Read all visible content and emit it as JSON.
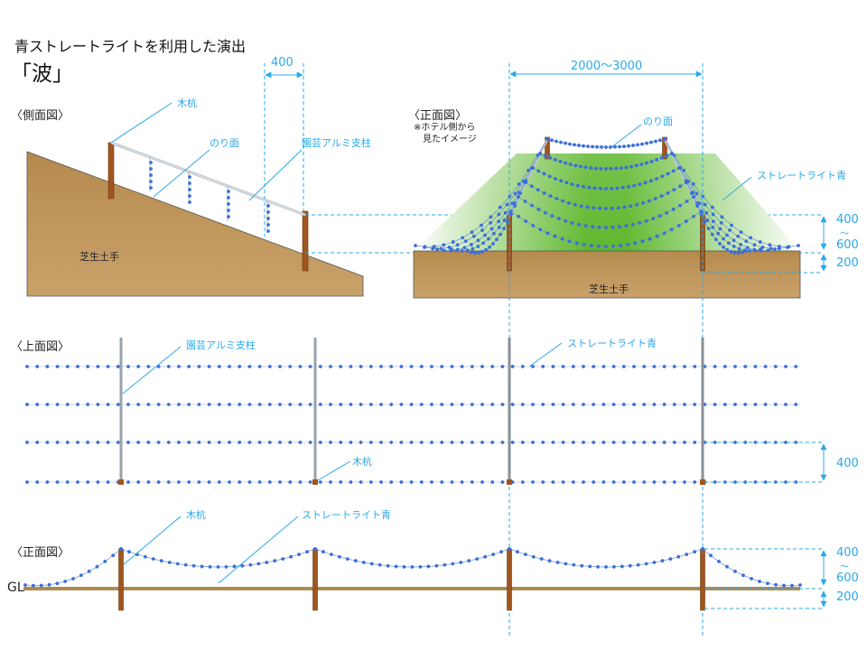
{
  "title": "青ストレートライトを利用した演出",
  "subtitle": "「波」",
  "side_view": {
    "heading": "〈側面図〉",
    "labels": {
      "stake": "木杭",
      "slope": "のり面",
      "pole": "園芸アルミ支柱",
      "ground": "芝生土手"
    },
    "dims": {
      "spacing": "400"
    }
  },
  "front_view": {
    "heading": "〈正面図〉",
    "note_line1": "※ホテル側から",
    "note_line2": "見たイメージ",
    "labels": {
      "slope": "のり面",
      "light": "ストレートライト青",
      "ground": "芝生土手"
    },
    "dims": {
      "span": "2000〜3000",
      "height_top": "400",
      "height_tilde": "〜",
      "height_bottom": "600",
      "bury": "200"
    }
  },
  "top_view": {
    "heading": "〈上面図〉",
    "labels": {
      "pole": "園芸アルミ支柱",
      "light": "ストレートライト青",
      "stake": "木杭"
    },
    "dims": {
      "row_spacing": "400"
    }
  },
  "front_view2": {
    "heading": "〈正面図〉",
    "labels": {
      "stake": "木杭",
      "light": "ストレートライト青",
      "gl": "GL"
    },
    "dims": {
      "height_top": "400",
      "height_tilde": "〜",
      "height_bottom": "600",
      "bury": "200"
    }
  },
  "colors": {
    "accent": "#2aa8e8",
    "led": "#3a6fd8",
    "soil": "#c39a5c",
    "stake": "#a0561f",
    "grass": "#5fb82e"
  }
}
